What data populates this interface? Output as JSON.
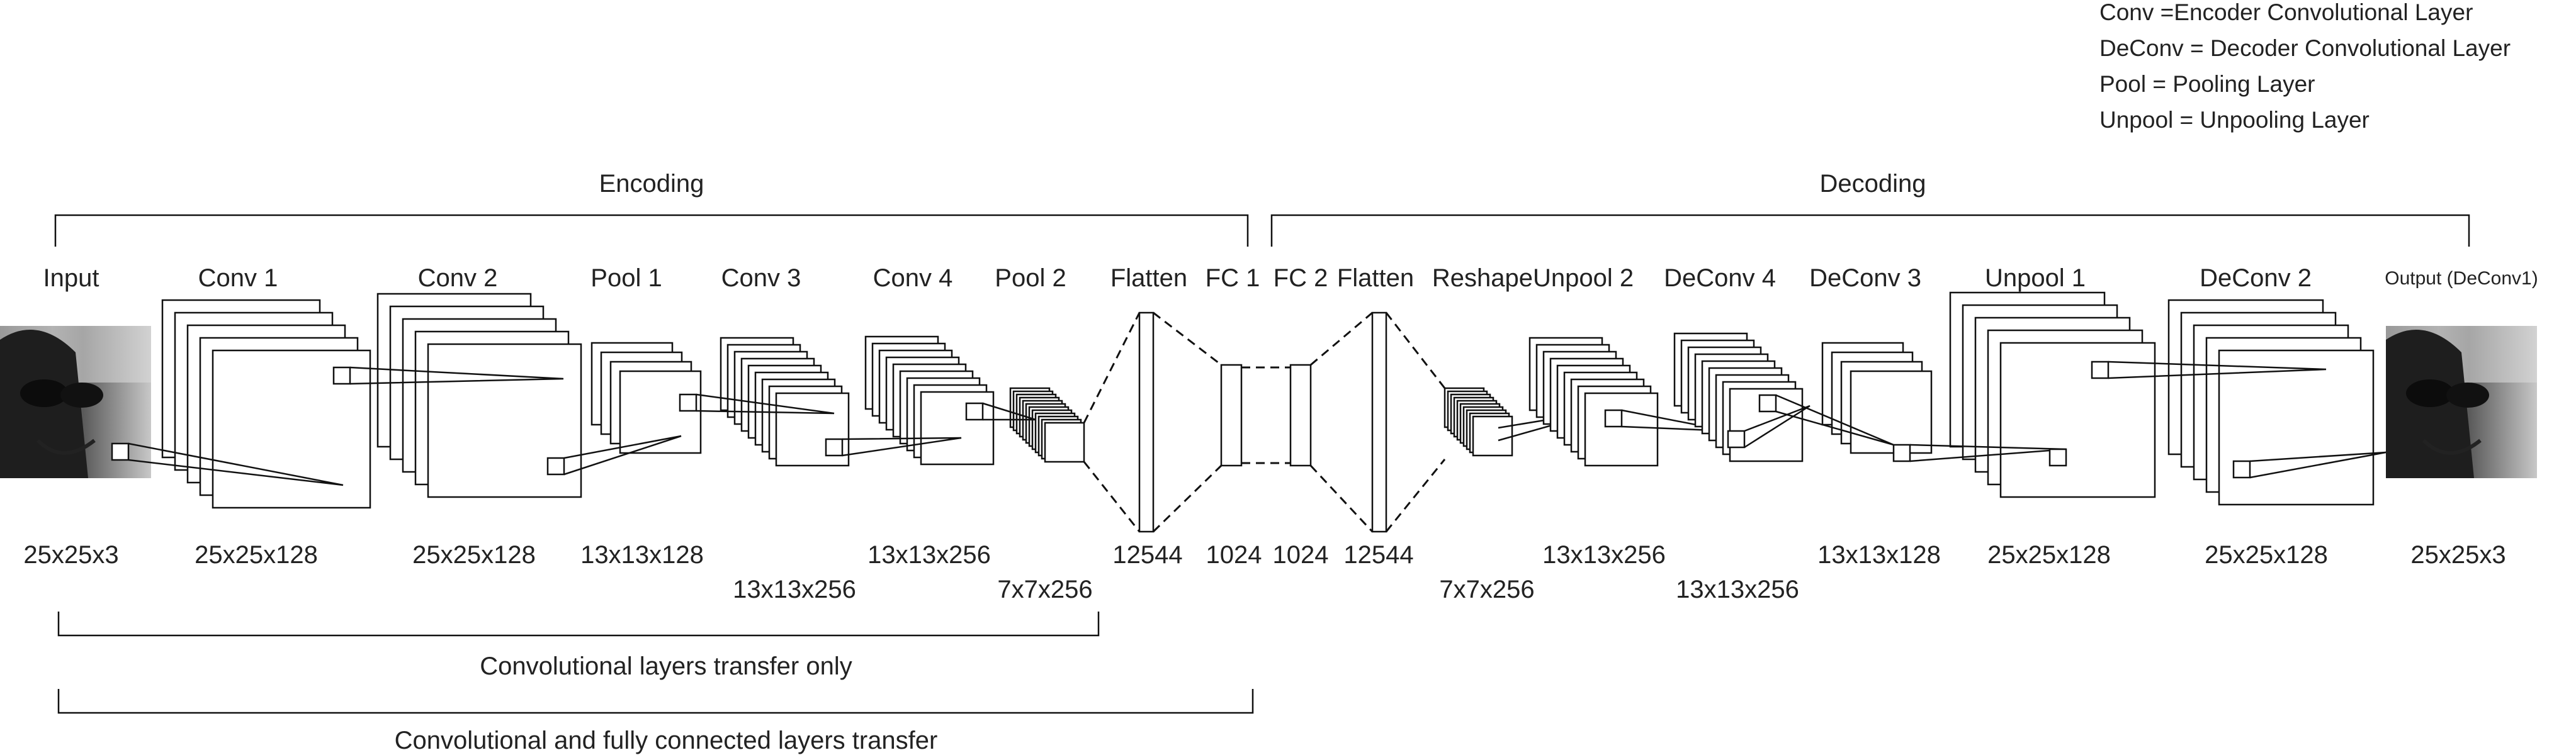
{
  "legend": [
    "Conv =Encoder Convolutional Layer",
    "DeConv = Decoder Convolutional Layer",
    "Pool = Pooling Layer",
    "Unpool = Unpooling Layer"
  ],
  "sections": {
    "encoding": "Encoding",
    "decoding": "Decoding"
  },
  "layers": {
    "input": "Input",
    "conv1": "Conv 1",
    "conv2": "Conv 2",
    "pool1": "Pool 1",
    "conv3": "Conv 3",
    "conv4": "Conv 4",
    "pool2": "Pool 2",
    "flatten1": "Flatten",
    "fc1": "FC 1",
    "fc2": "FC 2",
    "flatten2": "Flatten",
    "reshape_unpool2": "ReshapeUnpool 2",
    "deconv4": "DeConv 4",
    "deconv3": "DeConv 3",
    "unpool1": "Unpool 1",
    "deconv2": "DeConv 2",
    "output": "Output (DeConv1)"
  },
  "dims": {
    "input": "25x25x3",
    "conv1": "25x25x128",
    "conv2": "25x25x128",
    "pool1": "13x13x128",
    "conv3": "13x13x256",
    "conv4": "13x13x256",
    "pool2": "7x7x256",
    "flatten1": "12544",
    "fc1": "1024",
    "fc2": "1024",
    "flatten2": "12544",
    "reshape": "7x7x256",
    "unpool2": "13x13x256",
    "deconv4": "13x13x256",
    "deconv3": "13x13x128",
    "unpool1": "25x25x128",
    "deconv2": "25x25x128",
    "output": "25x25x3"
  },
  "transfers": {
    "conv_only": "Convolutional layers transfer only",
    "conv_and_fc": "Convolutional and fully connected layers transfer"
  }
}
